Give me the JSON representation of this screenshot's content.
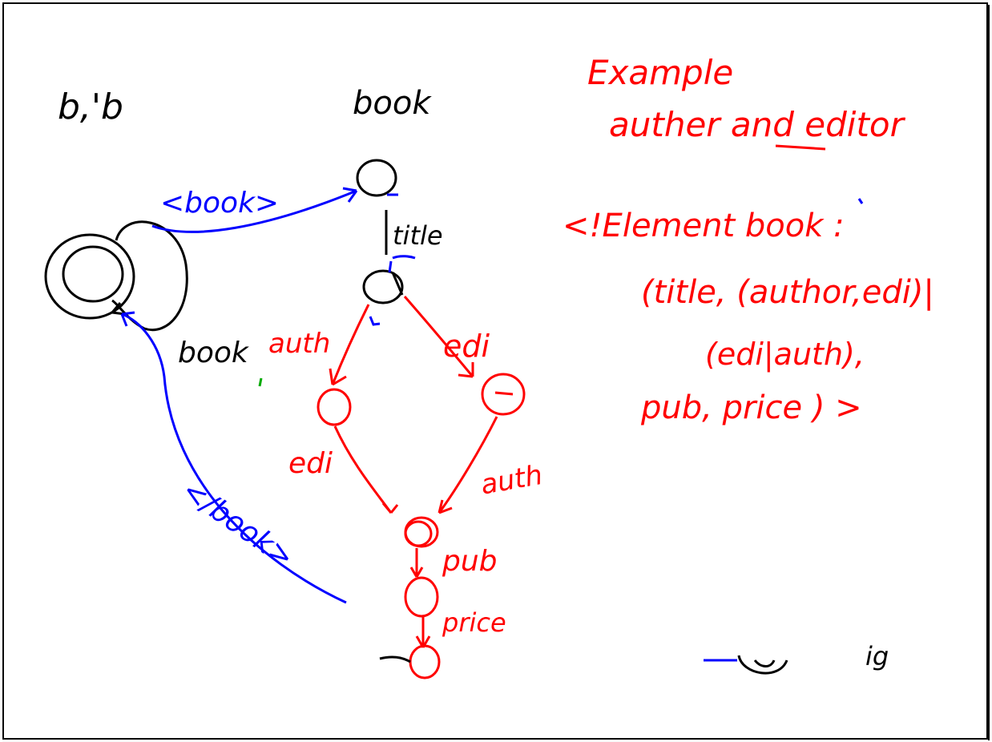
{
  "colors": {
    "black": "#000000",
    "red": "#ff0000",
    "blue": "#0000ff",
    "green": "#00aa00",
    "frame": "#000000"
  },
  "labels": {
    "bib": "b,'b",
    "book_col": "book",
    "example_line1": "Example",
    "example_line2": "auther and editor",
    "open_book_tag": "<book>",
    "close_book_tag": "</book>",
    "title_edge": "title",
    "book_loop": "book",
    "auth_edge": "auth",
    "edi_edge": "edi",
    "edi_edge2": "edi",
    "auth_edge2": "auth",
    "pub_edge": "pub",
    "price_edge": "price",
    "element_decl": "<!Element book :",
    "decl_line1": "(title, (author,edi)|",
    "decl_line2": "(edi|auth),",
    "decl_line3": "pub, price ) >",
    "legend_text": "ig"
  }
}
